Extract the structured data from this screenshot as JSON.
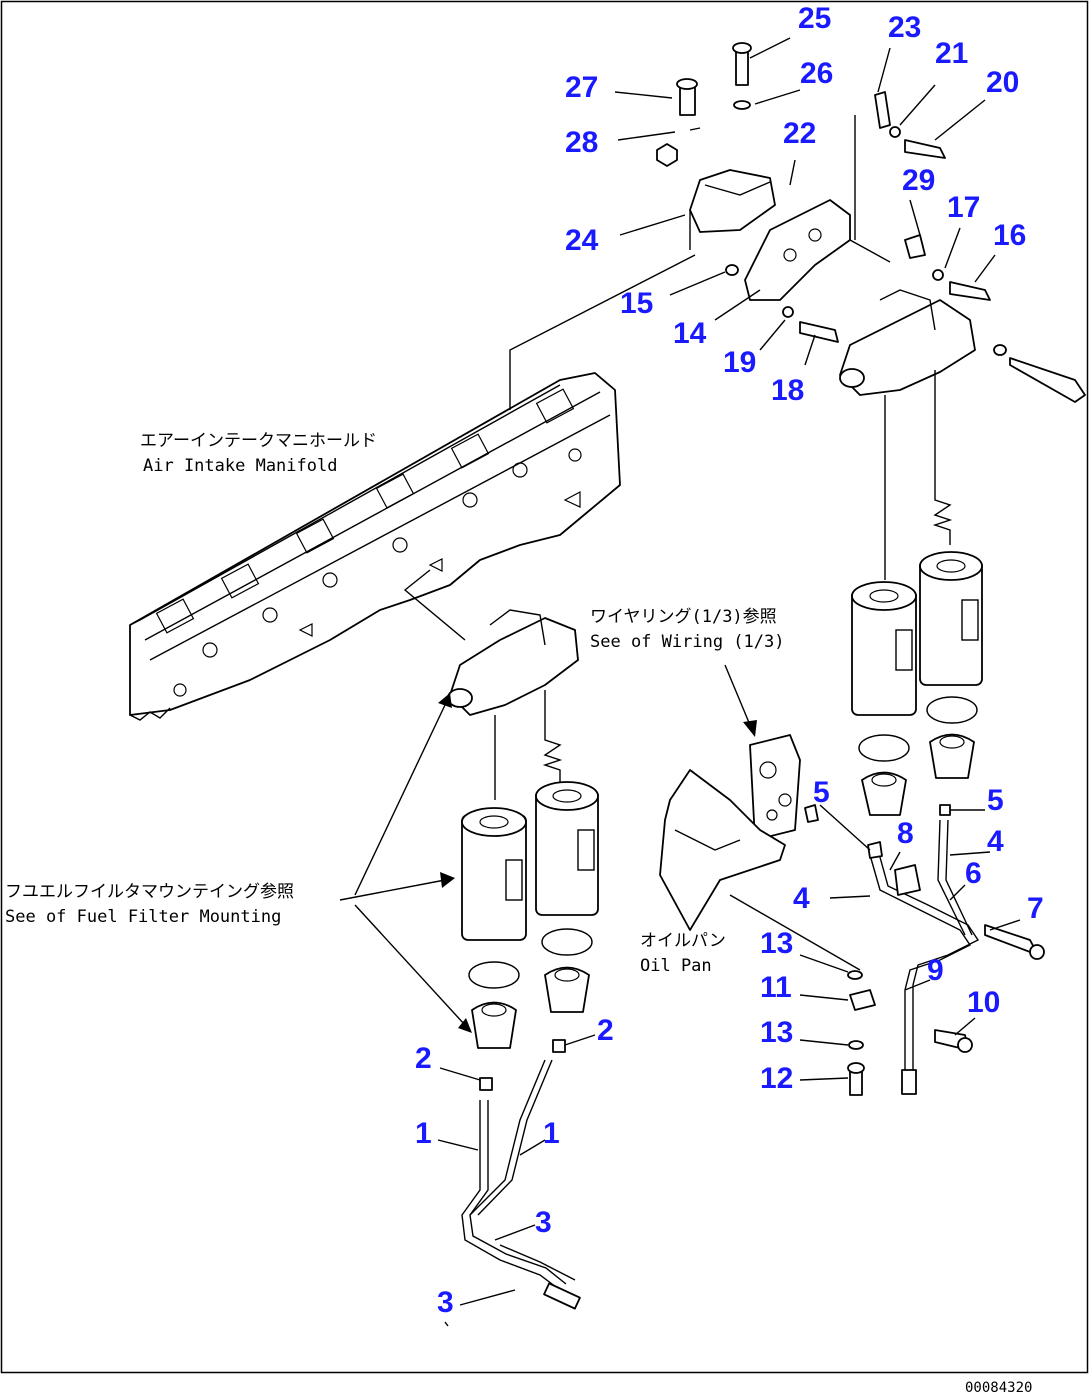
{
  "callouts": [
    {
      "n": "25"
    },
    {
      "n": "23"
    },
    {
      "n": "21"
    },
    {
      "n": "20"
    },
    {
      "n": "27"
    },
    {
      "n": "26"
    },
    {
      "n": "28"
    },
    {
      "n": "22"
    },
    {
      "n": "29"
    },
    {
      "n": "17"
    },
    {
      "n": "16"
    },
    {
      "n": "24"
    },
    {
      "n": "15"
    },
    {
      "n": "14"
    },
    {
      "n": "19"
    },
    {
      "n": "18"
    },
    {
      "n": "5"
    },
    {
      "n": "5"
    },
    {
      "n": "8"
    },
    {
      "n": "4"
    },
    {
      "n": "6"
    },
    {
      "n": "4"
    },
    {
      "n": "7"
    },
    {
      "n": "13"
    },
    {
      "n": "9"
    },
    {
      "n": "11"
    },
    {
      "n": "10"
    },
    {
      "n": "13"
    },
    {
      "n": "12"
    },
    {
      "n": "2"
    },
    {
      "n": "2"
    },
    {
      "n": "1"
    },
    {
      "n": "1"
    },
    {
      "n": "3"
    },
    {
      "n": "3"
    }
  ],
  "labels": {
    "manifold_jp": "エアーインテークマニホールド",
    "manifold_en": "Air Intake Manifold",
    "wiring_jp": "ワイヤリング(1/3)参照",
    "wiring_en": "See of Wiring (1/3)",
    "fuel_jp": "フユエルフイルタマウンテイング参照",
    "fuel_en": "See of Fuel Filter Mounting",
    "oilpan_jp": "オイルパン",
    "oilpan_en": "Oil Pan"
  },
  "drawing_code": "00084320"
}
